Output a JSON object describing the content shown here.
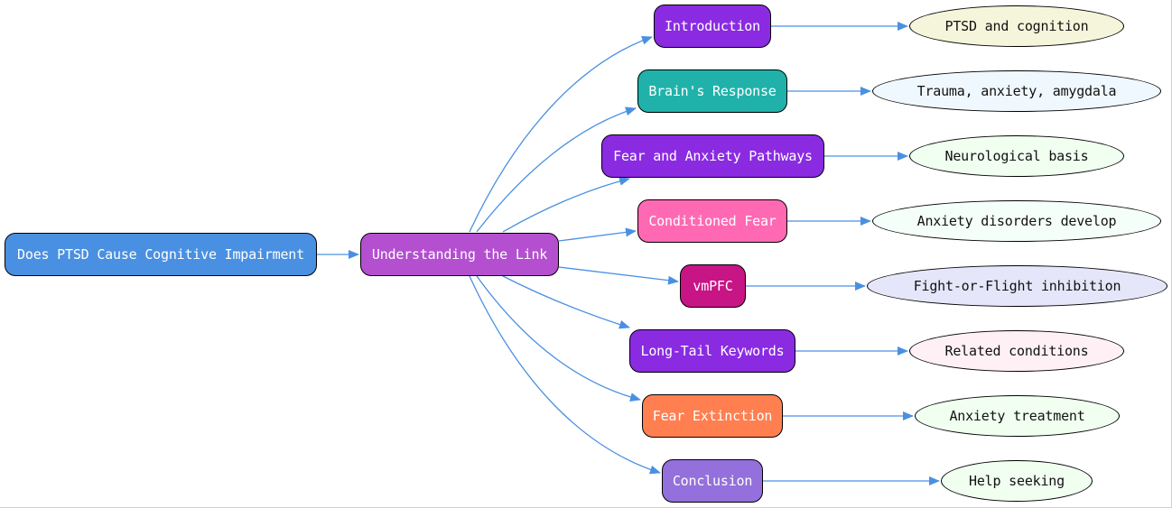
{
  "root": {
    "label": "Does PTSD Cause Cognitive Impairment",
    "color": "#4a90e2"
  },
  "hub": {
    "label": "Understanding the Link",
    "color": "#b44fd0"
  },
  "topics": [
    {
      "label": "Introduction",
      "color": "#8a2be2",
      "detail": "PTSD and cognition",
      "detail_color": "#f5f5dc"
    },
    {
      "label": "Brain's Response",
      "color": "#20b2aa",
      "detail": "Trauma, anxiety, amygdala",
      "detail_color": "#f0f8ff"
    },
    {
      "label": "Fear and Anxiety Pathways",
      "color": "#8a2be2",
      "detail": "Neurological basis",
      "detail_color": "#f0fff0"
    },
    {
      "label": "Conditioned Fear",
      "color": "#ff69b4",
      "detail": "Anxiety disorders develop",
      "detail_color": "#f5fffa"
    },
    {
      "label": "vmPFC",
      "color": "#c71585",
      "detail": "Fight-or-Flight inhibition",
      "detail_color": "#e6e6fa"
    },
    {
      "label": "Long-Tail Keywords",
      "color": "#8a2be2",
      "detail": "Related conditions",
      "detail_color": "#fff0f5"
    },
    {
      "label": "Fear Extinction",
      "color": "#ff7f50",
      "detail": "Anxiety treatment",
      "detail_color": "#f0fff0"
    },
    {
      "label": "Conclusion",
      "color": "#9370db",
      "detail": "Help seeking",
      "detail_color": "#f0fff0"
    }
  ],
  "edge_color": "#4a90e2"
}
